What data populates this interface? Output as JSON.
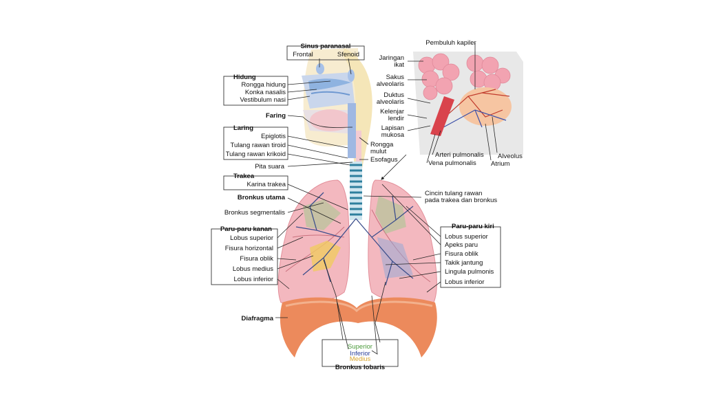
{
  "sinus": {
    "title": "Sinus paranasal",
    "frontal": "Frontal",
    "sfenoid": "Sfenoid"
  },
  "hidung": {
    "title": "Hidung",
    "items": [
      "Rongga hidung",
      "Konka nasalis",
      "Vestibulum nasi"
    ]
  },
  "faring": "Faring",
  "laring": {
    "title": "Laring",
    "items": [
      "Epiglotis",
      "Tulang rawan tiroid",
      "Tulang rawan krikoid"
    ]
  },
  "pita_suara": "Pita suara",
  "trakea": {
    "title": "Trakea",
    "items": [
      "Karina trakea"
    ]
  },
  "bronkus_utama": "Bronkus utama",
  "bronkus_segmentalis": "Bronkus segmentalis",
  "paru_kanan": {
    "title": "Paru-paru kanan",
    "items": [
      "Lobus superior",
      "Fisura horizontal",
      "Fisura oblik",
      "Lobus medius",
      "Lobus inferior"
    ]
  },
  "diafragma": "Diafragma",
  "rongga_mulut": [
    "Rongga",
    "mulut"
  ],
  "esofagus": "Esofagus",
  "alveoli": {
    "pembuluh_kapiler": "Pembuluh kapiler",
    "jaringan_ikat": [
      "Jaringan",
      "ikat"
    ],
    "sakus_alveolaris": [
      "Sakus",
      "alveolaris"
    ],
    "duktus_alveolaris": [
      "Duktus",
      "alveolaris"
    ],
    "kelenjar_lendir": [
      "Kelenjar",
      "lendir"
    ],
    "lapisan_mukosa": [
      "Lapisan",
      "mukosa"
    ],
    "arteri_pulmonalis": "Arteri pulmonalis",
    "vena_pulmonalis": "Vena pulmonalis",
    "alveolus": "Alveolus",
    "atrium": "Atrium"
  },
  "cincin": [
    "Cincin tulang rawan",
    "pada trakea dan bronkus"
  ],
  "paru_kiri": {
    "title": "Paru-paru kiri",
    "items": [
      "Lobus superior",
      "Apeks paru",
      "Fisura oblik",
      "Takik jantung",
      "Lingula pulmonis",
      "Lobus inferior"
    ]
  },
  "bronkus_lobaris": {
    "title": "Bronkus lobaris",
    "superior": "Superior",
    "inferior": "Inferior",
    "medius": "Medius"
  },
  "colors": {
    "lung": "#f3b8bf",
    "lung_dark": "#e78e98",
    "diaphragm": "#ec8a5c",
    "bronchus_superior": "#4a9a3a",
    "bronchus_inferior": "#2a3f99",
    "bronchus_medius": "#e3b23c"
  }
}
